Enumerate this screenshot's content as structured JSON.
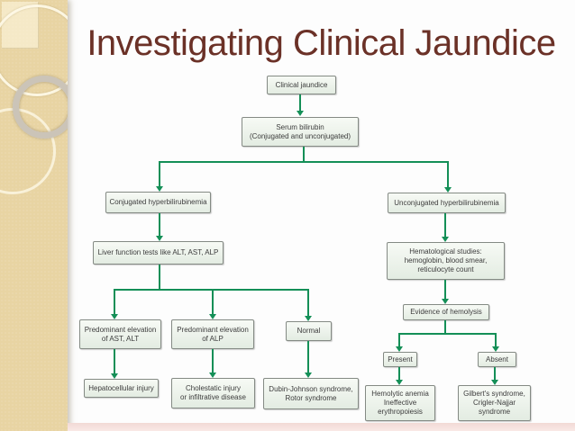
{
  "title": "Investigating Clinical Jaundice",
  "theme": {
    "accent_green": "#148F57",
    "title_color": "#6B3127",
    "sidebar_tan": "#E8D4A3",
    "node_fill": "#EDF3EC",
    "node_border": "#848A84",
    "bottom_strip_pink": "#F5DFDC"
  },
  "flowchart": {
    "nodes": {
      "clinical_jaundice": {
        "label": "Clinical jaundice",
        "lines": [
          "Clinical jaundice"
        ]
      },
      "serum_bilirubin": {
        "label": "Serum bilirubin (Conjugated and unconjugated)",
        "lines": [
          "Serum bilirubin",
          "(Conjugated and unconjugated)"
        ]
      },
      "conjugated_hyperbilirubinemia": {
        "label": "Conjugated hyperbilirubinemia",
        "lines": [
          "Conjugated hyperbilirubinemia"
        ]
      },
      "liver_function_tests": {
        "label": "Liver function tests like ALT, AST, ALP",
        "lines": [
          "Liver function tests like ALT, AST, ALP"
        ]
      },
      "predominant_elevation_ast_alt": {
        "label": "Predominant elevation of AST, ALT",
        "lines": [
          "Predominant elevation",
          "of AST, ALT"
        ]
      },
      "predominant_elevation_alp": {
        "label": "Predominant elevation of ALP",
        "lines": [
          "Predominant elevation",
          "of ALP"
        ]
      },
      "normal": {
        "label": "Normal",
        "lines": [
          "Normal"
        ]
      },
      "hepatocellular_injury": {
        "label": "Hepatocellular injury",
        "lines": [
          "Hepatocellular injury"
        ]
      },
      "cholestatic_injury": {
        "label": "Cholestatic injury or infiltrative disease",
        "lines": [
          "Cholestatic injury",
          "or infiltrative disease"
        ]
      },
      "dubin_johnson_rotor": {
        "label": "Dubin-Johnson syndrome, Rotor syndrome",
        "lines": [
          "Dubin-Johnson syndrome,",
          "Rotor syndrome"
        ]
      },
      "unconjugated_hyperbilirubinemia": {
        "label": "Unconjugated hyperbilirubinemia",
        "lines": [
          "Unconjugated hyperbilirubinemia"
        ]
      },
      "hematological_studies": {
        "label": "Hematological studies: hemoglobin, blood smear, reticulocyte count",
        "lines": [
          "Hematological studies:",
          "hemoglobin, blood smear,",
          "reticulocyte count"
        ]
      },
      "evidence_of_hemolysis": {
        "label": "Evidence of hemolysis",
        "lines": [
          "Evidence of hemolysis"
        ]
      },
      "present": {
        "label": "Present",
        "lines": [
          "Present"
        ]
      },
      "absent": {
        "label": "Absent",
        "lines": [
          "Absent"
        ]
      },
      "hemolytic_anemia": {
        "label": "Hemolytic anemia Ineffective erythropoiesis",
        "lines": [
          "Hemolytic anemia",
          "Ineffective",
          "erythropoiesis"
        ]
      },
      "gilberts_crigler_najjar": {
        "label": "Gilbert's syndrome, Crigler-Najjar syndrome",
        "lines": [
          "Gilbert's syndrome,",
          "Crigler-Najjar",
          "syndrome"
        ]
      }
    },
    "edges": [
      {
        "from": "clinical_jaundice",
        "to": "serum_bilirubin"
      },
      {
        "from": "serum_bilirubin",
        "to": "conjugated_hyperbilirubinemia"
      },
      {
        "from": "serum_bilirubin",
        "to": "unconjugated_hyperbilirubinemia"
      },
      {
        "from": "conjugated_hyperbilirubinemia",
        "to": "liver_function_tests"
      },
      {
        "from": "liver_function_tests",
        "to": "predominant_elevation_ast_alt"
      },
      {
        "from": "liver_function_tests",
        "to": "predominant_elevation_alp"
      },
      {
        "from": "liver_function_tests",
        "to": "normal"
      },
      {
        "from": "predominant_elevation_ast_alt",
        "to": "hepatocellular_injury"
      },
      {
        "from": "predominant_elevation_alp",
        "to": "cholestatic_injury"
      },
      {
        "from": "normal",
        "to": "dubin_johnson_rotor"
      },
      {
        "from": "unconjugated_hyperbilirubinemia",
        "to": "hematological_studies"
      },
      {
        "from": "hematological_studies",
        "to": "evidence_of_hemolysis"
      },
      {
        "from": "evidence_of_hemolysis",
        "to": "present"
      },
      {
        "from": "evidence_of_hemolysis",
        "to": "absent"
      },
      {
        "from": "present",
        "to": "hemolytic_anemia"
      },
      {
        "from": "absent",
        "to": "gilberts_crigler_najjar"
      }
    ]
  }
}
